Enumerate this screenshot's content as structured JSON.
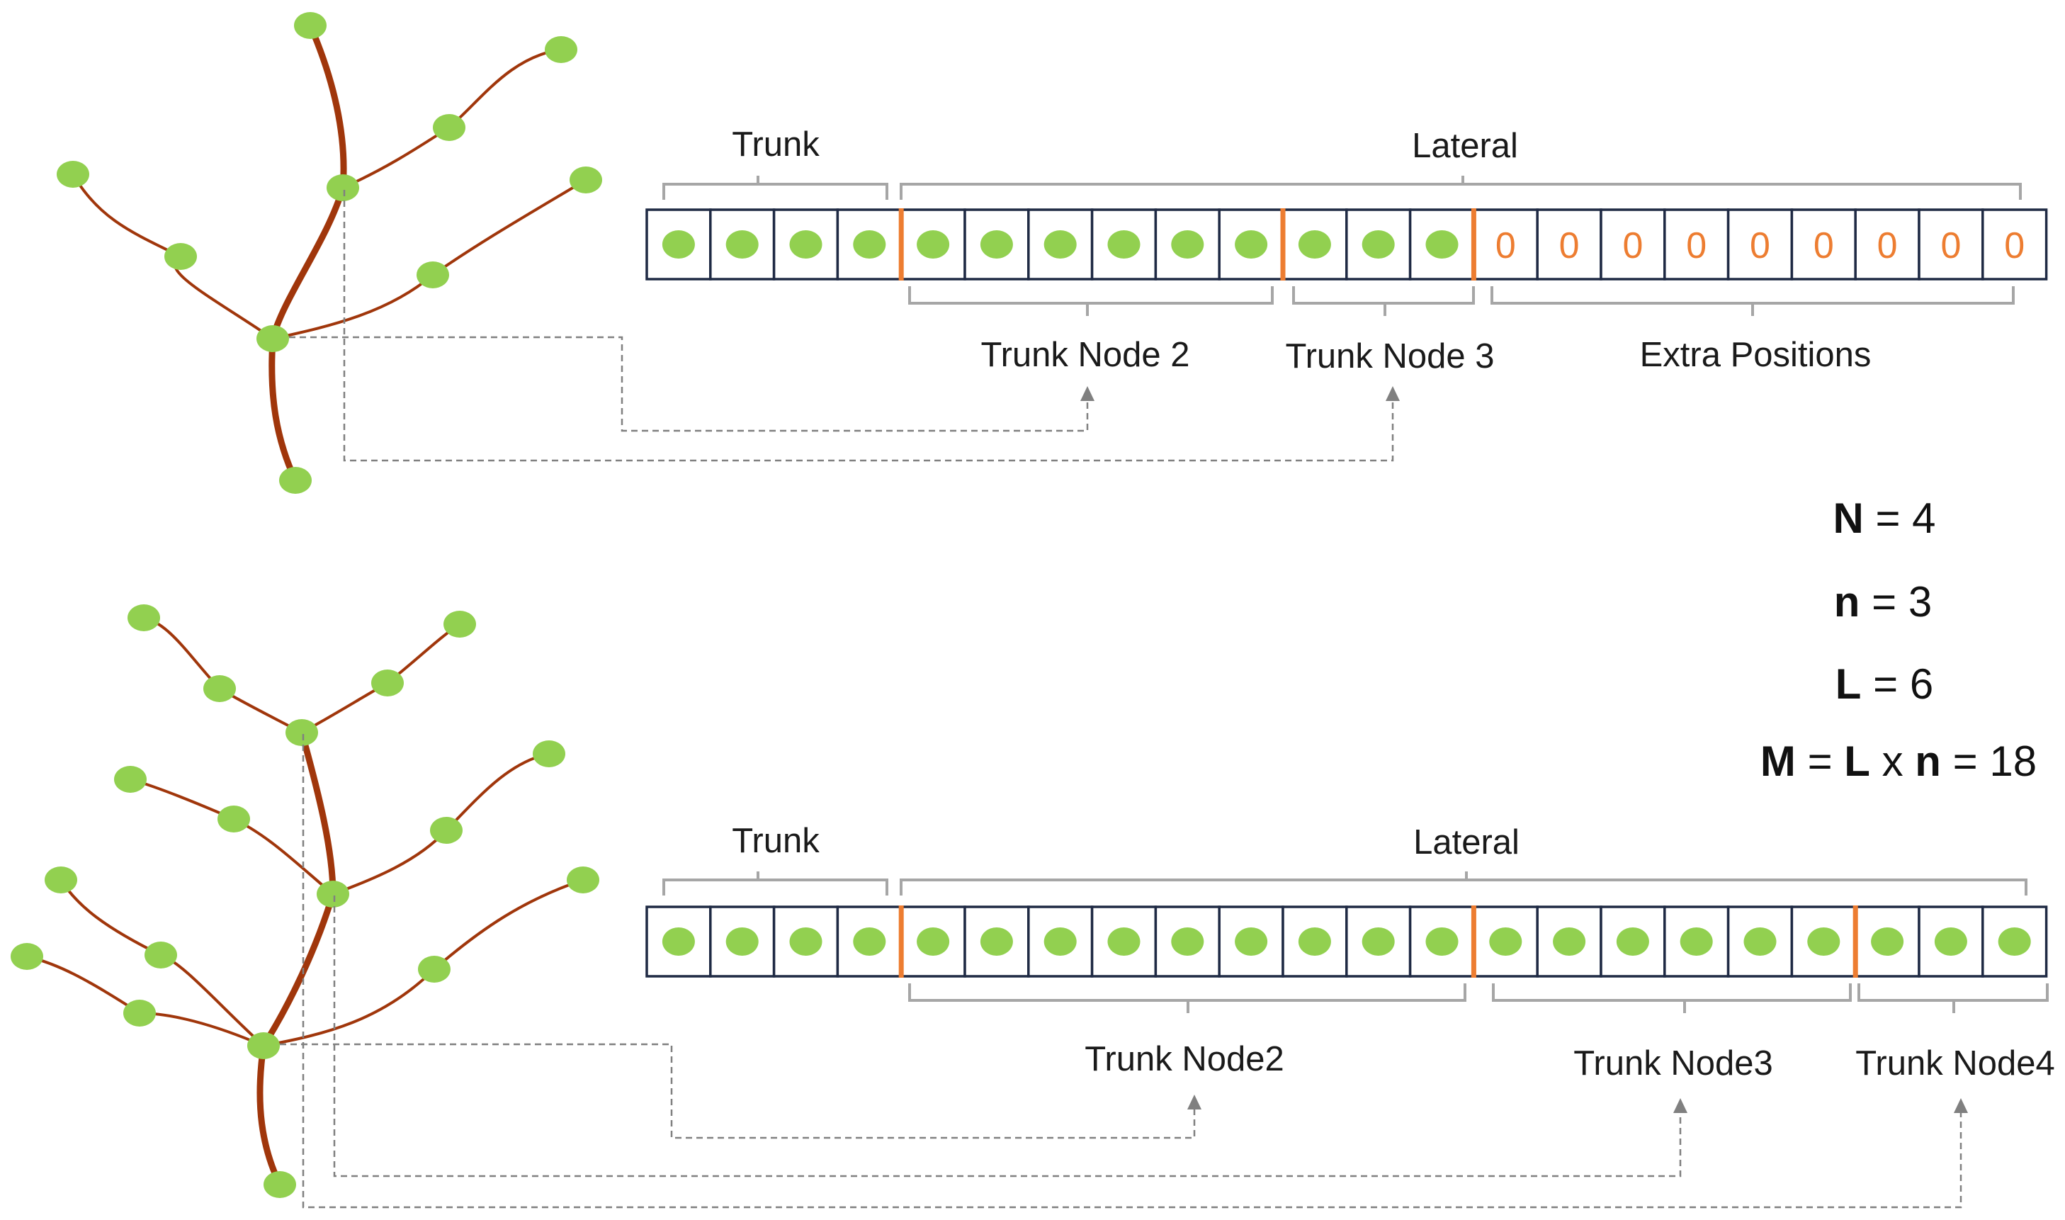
{
  "colors": {
    "node": "#92D050",
    "branch": "#A0360B",
    "cell_border": "#1F2A44",
    "separator": "#ED7D31",
    "zero_text": "#ED7D31",
    "bracket": "#A6A6A6",
    "connector": "#808080"
  },
  "top": {
    "cells": [
      "dot",
      "dot",
      "dot",
      "dot",
      "dot",
      "dot",
      "dot",
      "dot",
      "dot",
      "dot",
      "dot",
      "dot",
      "dot",
      "0",
      "0",
      "0",
      "0",
      "0",
      "0",
      "0",
      "0",
      "0"
    ],
    "trunk_label": "Trunk",
    "lateral_label": "Lateral",
    "group_labels": [
      "Trunk Node 2",
      "Trunk Node 3",
      "Extra Positions"
    ]
  },
  "bottom": {
    "cells": [
      "dot",
      "dot",
      "dot",
      "dot",
      "dot",
      "dot",
      "dot",
      "dot",
      "dot",
      "dot",
      "dot",
      "dot",
      "dot",
      "dot",
      "dot",
      "dot",
      "dot",
      "dot",
      "dot",
      "dot",
      "dot",
      "dot"
    ],
    "trunk_label": "Trunk",
    "lateral_label": "Lateral",
    "group_labels": [
      "Trunk Node2",
      "Trunk Node3",
      "Trunk Node4"
    ]
  },
  "equations": {
    "eq1": {
      "sym": "N",
      "rest": " = 4"
    },
    "eq2": {
      "sym": "n",
      "rest": " = 3"
    },
    "eq3": {
      "sym": "L",
      "rest": " = 6"
    },
    "eq4": {
      "sym1": "M",
      "mid1": " = ",
      "sym2": "L",
      "mid2": " x ",
      "sym3": "n",
      "rest": " = 18"
    }
  }
}
